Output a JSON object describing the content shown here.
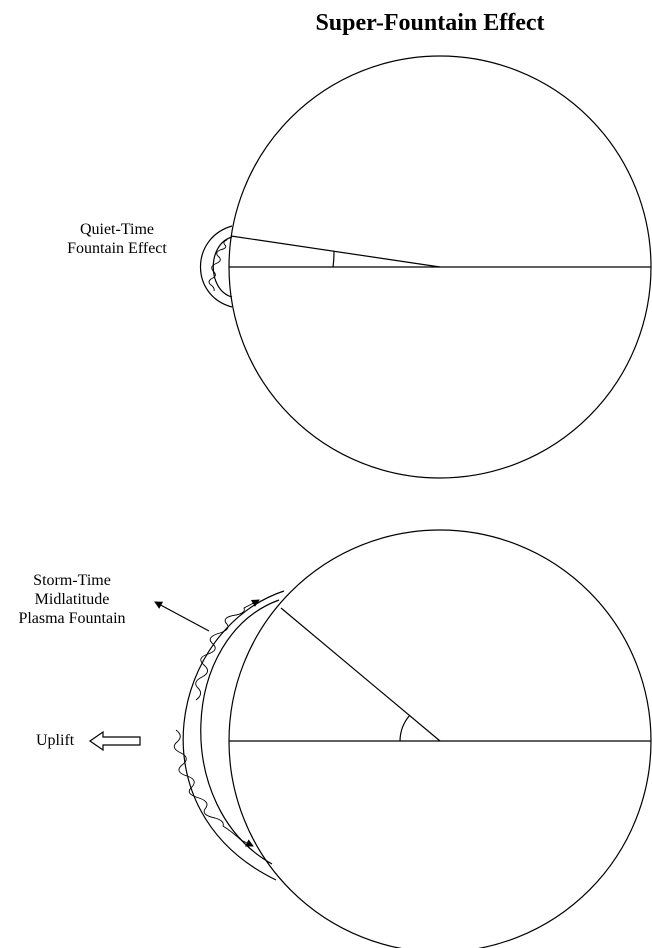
{
  "title": "Super-Fountain Effect",
  "panels": {
    "quiet": {
      "label_lines": [
        "Quiet-Time",
        "Fountain Effect"
      ]
    },
    "storm": {
      "label_lines": [
        "Storm-Time",
        "Midlatitude",
        "Plasma Fountain"
      ],
      "uplift_label": "Uplift"
    }
  },
  "colors": {
    "stroke": "#000000",
    "background": "#ffffff"
  }
}
